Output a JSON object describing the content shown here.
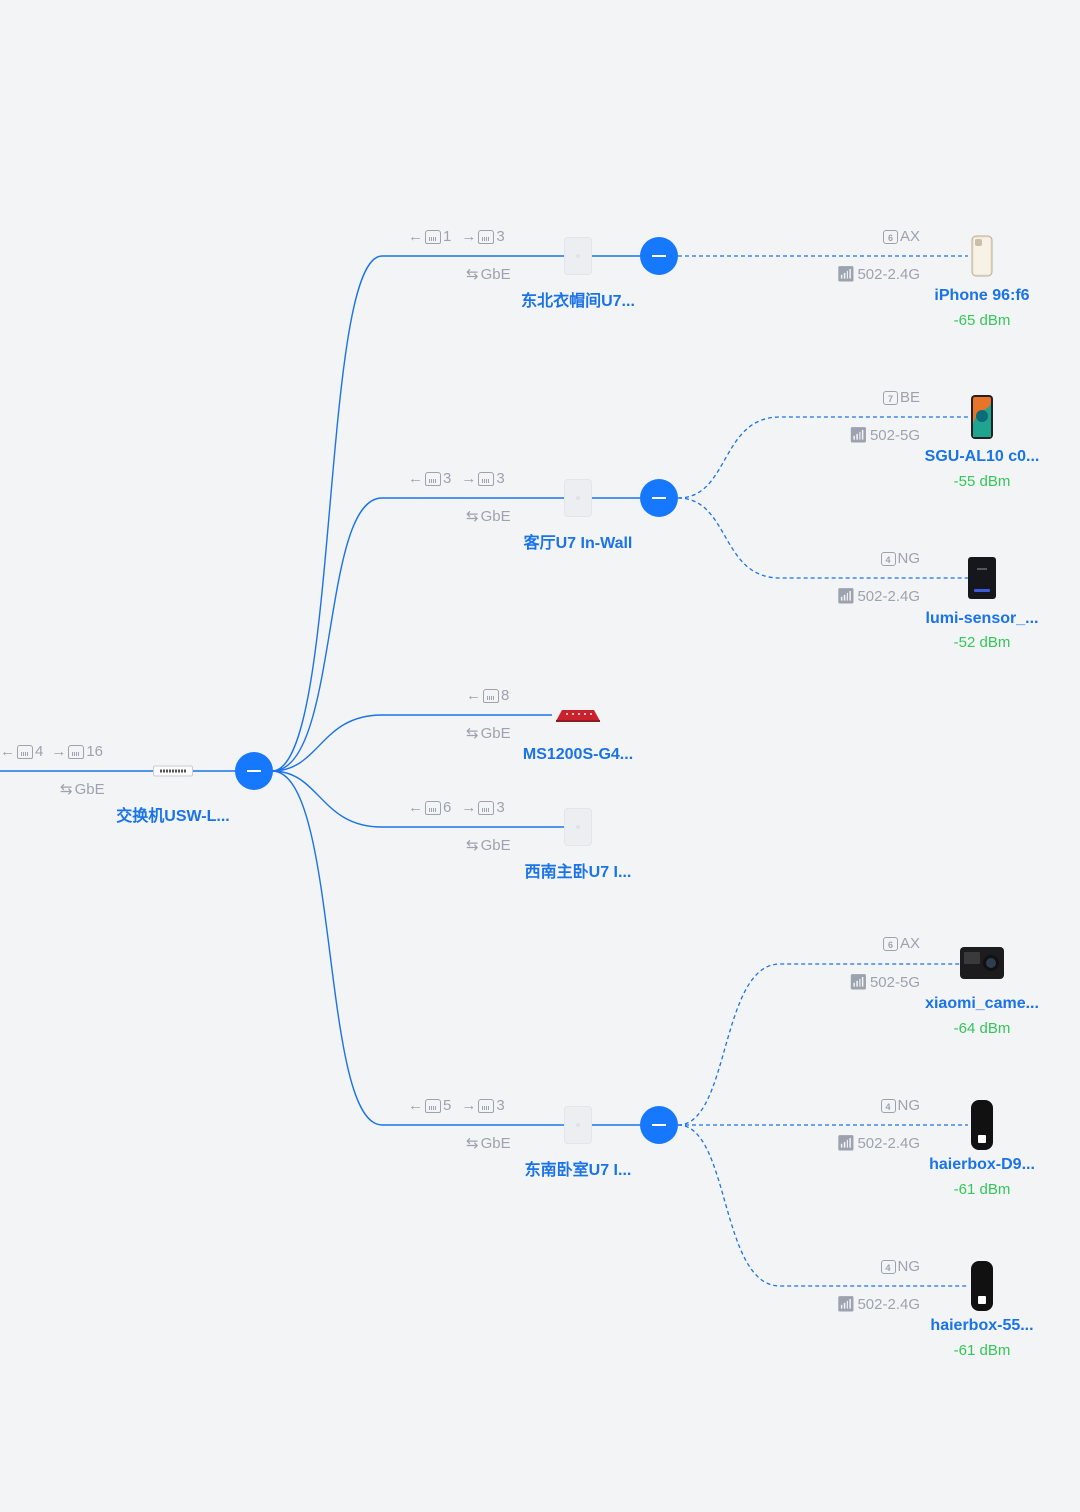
{
  "root": {
    "in_count": "4",
    "out_count": "16",
    "link": "GbE",
    "name": "交换机USW-L..."
  },
  "aps": [
    {
      "in_count": "1",
      "out_count": "3",
      "link": "GbE",
      "name": "东北衣帽间U7..."
    },
    {
      "in_count": "3",
      "out_count": "3",
      "link": "GbE",
      "name": "客厅U7 In-Wall"
    },
    {
      "in_count": "8",
      "out_count": "",
      "link": "GbE",
      "name": "MS1200S-G4..."
    },
    {
      "in_count": "6",
      "out_count": "3",
      "link": "GbE",
      "name": "西南主卧U7 I..."
    },
    {
      "in_count": "5",
      "out_count": "3",
      "link": "GbE",
      "name": "东南卧室U7 I..."
    }
  ],
  "clients": [
    {
      "wifi_gen_icon": "6",
      "standard": "AX",
      "ssid": "502-2.4G",
      "name": "iPhone 96:f6",
      "signal": "-65 dBm"
    },
    {
      "wifi_gen_icon": "7",
      "standard": "BE",
      "ssid": "502-5G",
      "name": "SGU-AL10 c0...",
      "signal": "-55 dBm"
    },
    {
      "wifi_gen_icon": "4",
      "standard": "NG",
      "ssid": "502-2.4G",
      "name": "lumi-sensor_...",
      "signal": "-52 dBm"
    },
    {
      "wifi_gen_icon": "6",
      "standard": "AX",
      "ssid": "502-5G",
      "name": "xiaomi_came...",
      "signal": "-64 dBm"
    },
    {
      "wifi_gen_icon": "4",
      "standard": "NG",
      "ssid": "502-2.4G",
      "name": "haierbox-D9...",
      "signal": "-61 dBm"
    },
    {
      "wifi_gen_icon": "4",
      "standard": "NG",
      "ssid": "502-2.4G",
      "name": "haierbox-55...",
      "signal": "-61 dBm"
    }
  ],
  "icons": {
    "arrow_in": "←",
    "arrow_out": "→",
    "link": "⇆",
    "wifi": "ᯤ"
  },
  "colors": {
    "accent": "#1677ff",
    "link_line": "#1a73e8",
    "signal_good": "#34c759",
    "muted": "#9ca3af"
  }
}
